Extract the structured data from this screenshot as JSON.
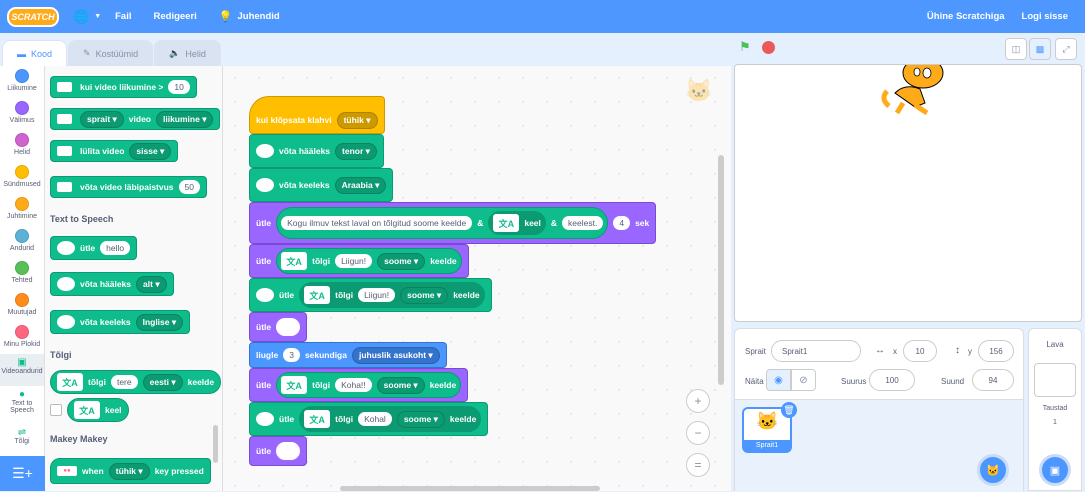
{
  "topbar": {
    "logo": "SCRATCH",
    "file": "Fail",
    "edit": "Redigeeri",
    "tutorials": "Juhendid",
    "join": "Ühine Scratchiga",
    "signin": "Logi sisse"
  },
  "tabs": {
    "code": "Kood",
    "costumes": "Kostüümid",
    "sounds": "Helid"
  },
  "categories": [
    {
      "label": "Liikumine",
      "color": "#4c97ff"
    },
    {
      "label": "Välimus",
      "color": "#9966ff"
    },
    {
      "label": "Helid",
      "color": "#cf63cf"
    },
    {
      "label": "Sündmused",
      "color": "#ffbf00"
    },
    {
      "label": "Juhtimine",
      "color": "#ffab19"
    },
    {
      "label": "Andurid",
      "color": "#5cb1d6"
    },
    {
      "label": "Tehted",
      "color": "#59c059"
    },
    {
      "label": "Muutujad",
      "color": "#ff8c1a"
    },
    {
      "label": "Minu Plokid",
      "color": "#ff6680"
    },
    {
      "label": "Videoandurid",
      "color": "#0fbd8c"
    },
    {
      "label": "Text to Speech",
      "color": "#0fbd8c"
    },
    {
      "label": "Tõlgi",
      "color": "#0fbd8c"
    }
  ],
  "palette": {
    "video_motion": "kui video liikumine >",
    "video_motion_val": "10",
    "sprite": "sprait",
    "video": "video",
    "motion": "liikumine",
    "turn_video": "lülita video",
    "turn_video_val": "sisse",
    "transparency": "võta video läbipaistvus",
    "transparency_val": "50",
    "tts_header": "Text to Speech",
    "say": "ütle",
    "say_val": "hello",
    "voice": "võta hääleks",
    "voice_val": "alt",
    "lang": "võta keeleks",
    "lang_val": "Inglise",
    "translate_header": "Tõlgi",
    "translate": "tõlgi",
    "translate_text": "tere",
    "translate_lang": "eesti",
    "translate_to": "keelde",
    "language": "keel",
    "makey_header": "Makey Makey",
    "when": "when",
    "when_key": "tühik",
    "key_pressed": "key pressed"
  },
  "script": {
    "hat": "kui klõpsata klahvi",
    "hat_key": "tühik",
    "b1": "võta hääleks",
    "b1_val": "tenor",
    "b2": "võta keeleks",
    "b2_val": "Araabia",
    "b3_say": "ütle",
    "b3_text": "Kogu ilmuv tekst laval on tõlgitud soome keelde",
    "b3_amp": "&",
    "b3_keel": "keel",
    "b3_amp2": "&",
    "b3_keelest": "keelest.",
    "b3_secs": "4",
    "b3_sek": "sek",
    "b4_say": "ütle",
    "b4_tolgi": "tõlgi",
    "b4_text": "Liigun!",
    "b4_lang": "soome",
    "b4_keelde": "keelde",
    "b5_say": "ütle",
    "b5_tolgi": "tõlgi",
    "b5_text": "Liigun!",
    "b5_lang": "soome",
    "b5_keelde": "keelde",
    "b6_say": "ütle",
    "b7": "liugle",
    "b7_val": "3",
    "b7_mid": "sekundiga",
    "b7_pos": "juhuslik asukoht",
    "b8_say": "ütle",
    "b8_tolgi": "tõlgi",
    "b8_text": "Koha!!",
    "b8_lang": "soome",
    "b8_keelde": "keelde",
    "b9_say": "ütle",
    "b9_tolgi": "tõlgi",
    "b9_text": "Kohal",
    "b9_lang": "soome",
    "b9_keelde": "keelde",
    "b10_say": "ütle"
  },
  "sprite_info": {
    "sprite_label": "Sprait",
    "sprite_name": "Sprait1",
    "x_label": "x",
    "x_val": "10",
    "y_label": "y",
    "y_val": "156",
    "show_label": "Näita",
    "size_label": "Suurus",
    "size_val": "100",
    "direction_label": "Suund",
    "direction_val": "94",
    "thumb_label": "Sprait1"
  },
  "stage_pane": {
    "title": "Lava",
    "backdrops_label": "Taustad",
    "backdrops_count": "1"
  }
}
